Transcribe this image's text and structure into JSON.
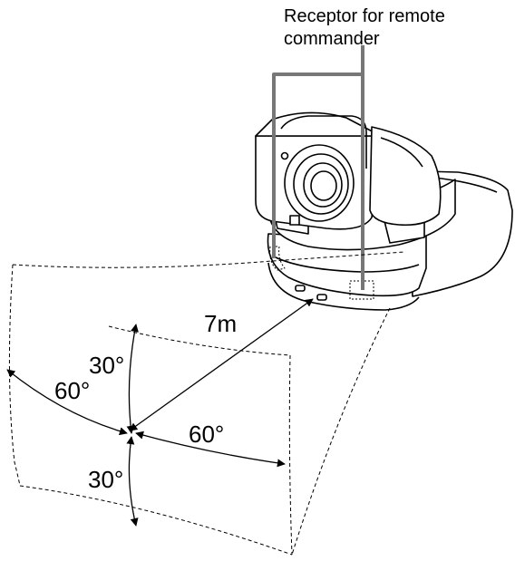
{
  "callout": {
    "line1": "Receptor for remote",
    "line2": "commander"
  },
  "labels": {
    "distance": "7m",
    "angle_up": "30°",
    "angle_left": "60°",
    "angle_right": "60°",
    "angle_down": "30°"
  },
  "colors": {
    "line": "#000000",
    "leader": "#777777",
    "background": "#ffffff"
  }
}
